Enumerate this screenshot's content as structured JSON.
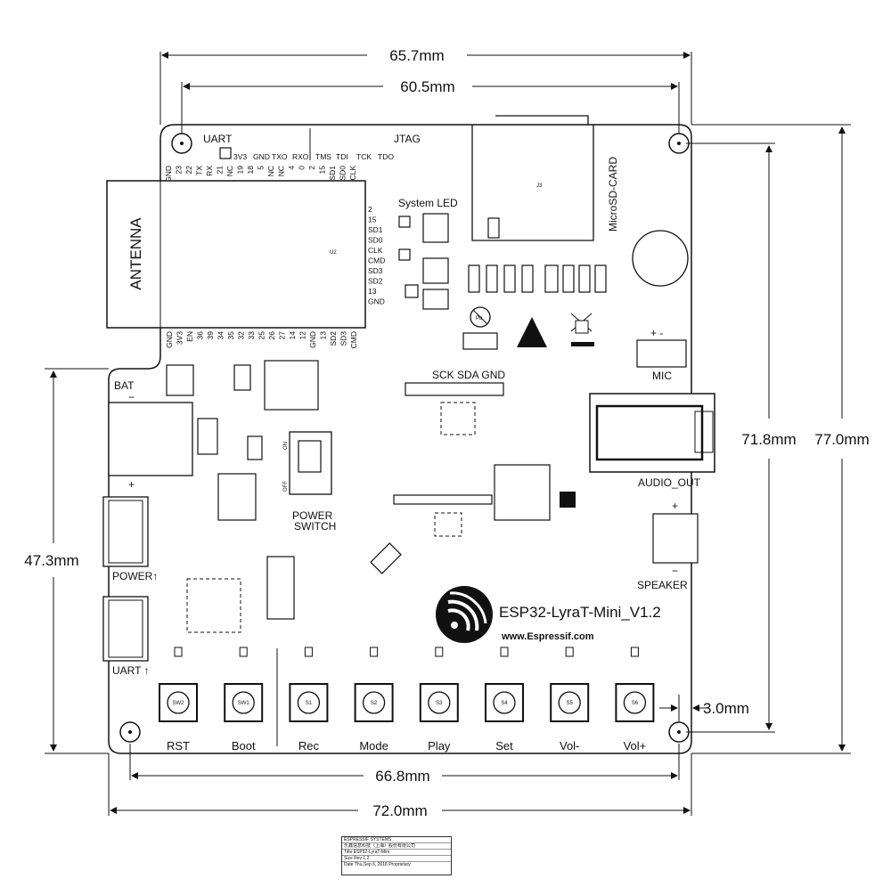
{
  "dimensions": {
    "top_outer": "65.7mm",
    "top_inner": "60.5mm",
    "right_inner": "71.8mm",
    "right_outer": "77.0mm",
    "left": "47.3mm",
    "bottom_inner": "66.8mm",
    "bottom_outer": "72.0mm",
    "hole_offset": "3.0mm"
  },
  "board": {
    "name": "ESP32-LyraT-Mini_V1.2",
    "url": "www.Espressif.com",
    "antenna": "ANTENNA",
    "uart": "UART",
    "jtag": "JTAG",
    "microsd": "MicroSD-CARD",
    "system_led": "System LED",
    "mic": "MIC",
    "mic_polarity": "+ -",
    "audio_out": "AUDIO_OUT",
    "speaker": "SPEAKER",
    "speaker_plus": "+",
    "speaker_minus": "−",
    "bat": "BAT",
    "bat_minus": "−",
    "bat_plus": "+",
    "power_port": "POWER↑",
    "uart_port": "UART ↑",
    "power_switch_line1": "POWER",
    "power_switch_line2": "SWITCH",
    "switch_on": "ON",
    "switch_off": "OFF",
    "i2c": "SCK SDA GND"
  },
  "uart_header": {
    "top_labels": [
      "3V3",
      "GND",
      "TXO",
      "RXO",
      "TMS",
      "TDI",
      "TCK",
      "TDO"
    ],
    "pins": [
      "GND",
      "23",
      "22",
      "TX",
      "RX",
      "21",
      "NC",
      "19",
      "18",
      "5",
      "NC",
      "NC",
      "4",
      "0",
      "2",
      "15",
      "SD1",
      "SD0",
      "CLK"
    ]
  },
  "module_right_pins": [
    "2",
    "15",
    "SD1",
    "SD0",
    "CLK",
    "CMD",
    "SD3",
    "SD2",
    "13",
    "GND"
  ],
  "module_bottom_pins": [
    "GND",
    "3V3",
    "EN",
    "36",
    "39",
    "34",
    "35",
    "32",
    "33",
    "25",
    "26",
    "27",
    "14",
    "12",
    "GND",
    "13",
    "SD2",
    "SD3",
    "CMD"
  ],
  "buttons": [
    "RST",
    "Boot",
    "Rec",
    "Mode",
    "Play",
    "Set",
    "Vol-",
    "Vol+"
  ],
  "button_refs": [
    "SW2",
    "SW1",
    "S1",
    "S2",
    "S3",
    "S4",
    "S5",
    "S6"
  ],
  "title_block": [
    "ESPRESSIF SYSTEMS",
    "乐鑫信息科技（上海）股份有限公司",
    "Title   ESP32-LyraT-Mini",
    "Size          Rev   1.2",
    "Date  Thu,Sep 6, 2018    Proprietary"
  ]
}
